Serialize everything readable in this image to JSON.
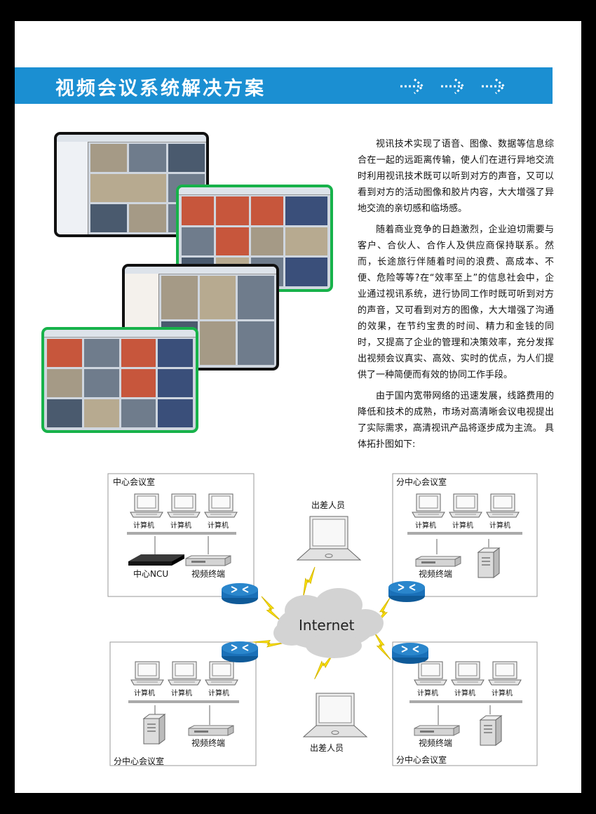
{
  "header": {
    "title": "视频会议系统解决方案",
    "banner_color": "#1b8fd2"
  },
  "paragraphs": [
    "视讯技术实现了语音、图像、数据等信息综合在一起的远距离传输，使人们在进行异地交流时利用视讯技术既可以听到对方的声音，又可以看到对方的活动图像和胶片内容，大大增强了异地交流的亲切感和临场感。",
    "随着商业竞争的日趋激烈，企业迫切需要与客户、合伙人、合作人及供应商保持联系。然而，长途旅行伴随着时间的浪费、高成本、不便、危险等等?在“效率至上”的信息社会中，企业通过视讯系统，进行协同工作时既可听到对方的声音，又可看到对方的图像，大大增强了沟通的效果，在节约宝贵的时间、精力和金钱的同时，又提高了企业的管理和决策效率，充分发挥出视频会议真实、高效、实时的优点，为人们提供了一种简便而有效的协同工作手段。",
    "由于国内宽带网络的迅速发展，线路费用的降低和技术的成熟，市场对高清晰会议电视提出了实际需求，高清视讯产品将逐步成为主流。  具体拓扑图如下:"
  ],
  "diagram": {
    "internet_label": "Internet",
    "center_room": {
      "title": "中心会议室",
      "computers": [
        "计算机",
        "计算机",
        "计算机"
      ],
      "ncu_label": "中心NCU",
      "terminal_label": "视频终端"
    },
    "branch_room_top": {
      "title": "分中心会议室",
      "computers": [
        "计算机",
        "计算机",
        "计算机"
      ],
      "terminal_label": "视频终端"
    },
    "branch_room_bottom_left": {
      "title": "分中心会议室",
      "computers": [
        "计算机",
        "计算机",
        "计算机"
      ],
      "terminal_label": "视频终端"
    },
    "branch_room_bottom_right": {
      "title": "分中心会议室",
      "computers": [
        "计算机",
        "计算机",
        "计算机"
      ],
      "terminal_label": "视频终端"
    },
    "travel_top": "出差人员",
    "travel_bottom": "出差人员",
    "colors": {
      "router": "#1a70b8",
      "lightning": "#ffe600",
      "cloud": "#d3d3d3"
    }
  }
}
